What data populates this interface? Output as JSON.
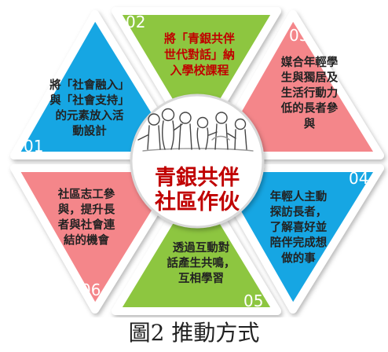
{
  "segments": [
    {
      "number": "01",
      "lines": [
        "將「社會融入」",
        "與「社會支持」",
        "的元素放入活",
        "動設計"
      ],
      "color": "#17a6e3",
      "text_color": "#222222"
    },
    {
      "number": "02",
      "lines": [
        "將「青銀共伴",
        "世代對話」納",
        "入學校課程"
      ],
      "color": "#8dc63f",
      "text_color": "#c00000"
    },
    {
      "number": "03",
      "lines": [
        "媒合年輕學",
        "生與獨居及",
        "生活行動力",
        "低的長者參",
        "與"
      ],
      "color": "#f4868a",
      "text_color": "#222222"
    },
    {
      "number": "04",
      "lines": [
        "年輕人主動",
        "探訪長者，",
        "了解喜好並",
        "陪伴完成想",
        "做的事"
      ],
      "color": "#17a6e3",
      "text_color": "#222222"
    },
    {
      "number": "05",
      "lines": [
        "透過互動對",
        "話產生共鳴，",
        "互相學習"
      ],
      "color": "#8dc63f",
      "text_color": "#222222"
    },
    {
      "number": "06",
      "lines": [
        "社區志工參",
        "與，提升長",
        "者與社會連",
        "結的機會"
      ],
      "color": "#f4868a",
      "text_color": "#222222"
    }
  ],
  "center": {
    "title_lines": [
      "青銀共伴",
      "社區作伙"
    ],
    "title_color": "#c00000",
    "illustration": "people-group-illustration"
  },
  "caption": "圖2 推動方式"
}
